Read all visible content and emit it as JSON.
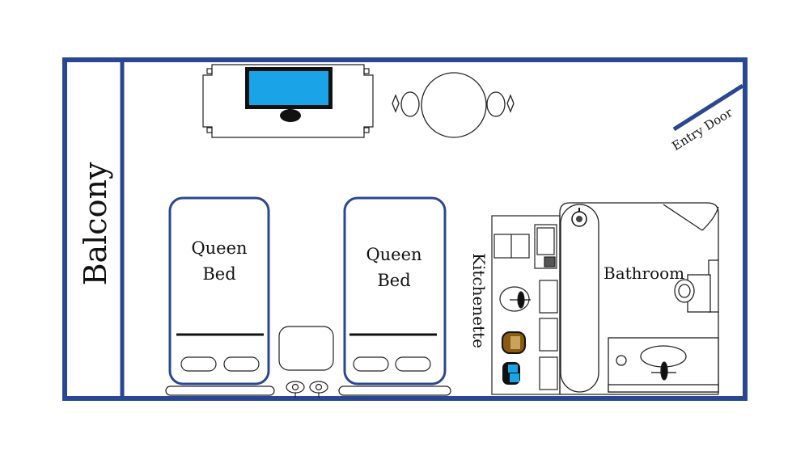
{
  "labels": {
    "balcony": "Balcony",
    "bed1_line1": "Queen",
    "bed1_line2": "Bed",
    "bed2_line1": "Queen",
    "bed2_line2": "Bed",
    "kitchenette": "Kitchenette",
    "bathroom": "Bathroom",
    "entry_door": "Entry Door"
  },
  "colors": {
    "wall": "#2a4793",
    "outline": "#222222",
    "screen": "#1aa3e6",
    "cup_brown": "#8a5a12",
    "cup_blue": "#1aa3e6"
  },
  "icons": {
    "tv": "tv-icon",
    "table": "table-icon",
    "sink": "sink-icon",
    "toilet": "toilet-icon",
    "shower": "shower-head-icon",
    "coffee": "coffee-maker-icon"
  }
}
